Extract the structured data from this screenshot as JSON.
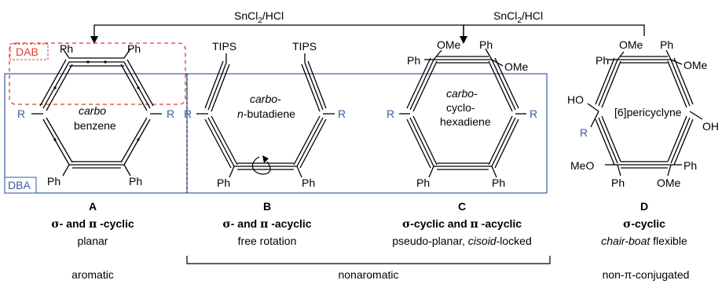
{
  "reagents": {
    "left": "SnCl",
    "left_sub": "2",
    "left_tail": "/HCl",
    "right": "SnCl",
    "right_sub": "2",
    "right_tail": "/HCl"
  },
  "boxes": {
    "dab": "DAB",
    "dba": "DBA"
  },
  "groups": {
    "ph": "Ph",
    "tips": "TIPS",
    "ome": "OMe",
    "meo": "MeO",
    "r": "R",
    "ho": "HO",
    "oh": "OH"
  },
  "centers": {
    "a1": "carbo",
    "a2": "benzene",
    "b1": "carbo-",
    "b2": "n",
    "b3": "-butadiene",
    "c1": "carbo-",
    "c2": "cyclo-",
    "c3": "hexadiene",
    "d1": "[6]pericyclyne"
  },
  "compounds": [
    {
      "letter": "A",
      "sigma": "σ",
      "mid": "- and",
      "pi": "π",
      "end": " -cyclic",
      "desc": "planar"
    },
    {
      "letter": "B",
      "sigma": "σ",
      "mid": "- and",
      "pi": "π",
      "end": " -acyclic",
      "desc": "free rotation"
    },
    {
      "letter": "C",
      "sigma": "σ",
      "mid": "-cyclic and",
      "pi": "π",
      "end": " -acyclic",
      "desc_a": "pseudo-planar, ",
      "desc_b": "cisoid",
      "desc_c": "-locked"
    },
    {
      "letter": "D",
      "sigma": "σ",
      "end": "-cyclic",
      "desc_a": "chair-boat",
      "desc_b": " flexible"
    }
  ],
  "aromaticity": {
    "a": "aromatic",
    "bc": "nonaromatic",
    "d": "non-π-conjugated"
  },
  "colors": {
    "blue": "#3b5aa6",
    "red": "#e23b2e"
  }
}
